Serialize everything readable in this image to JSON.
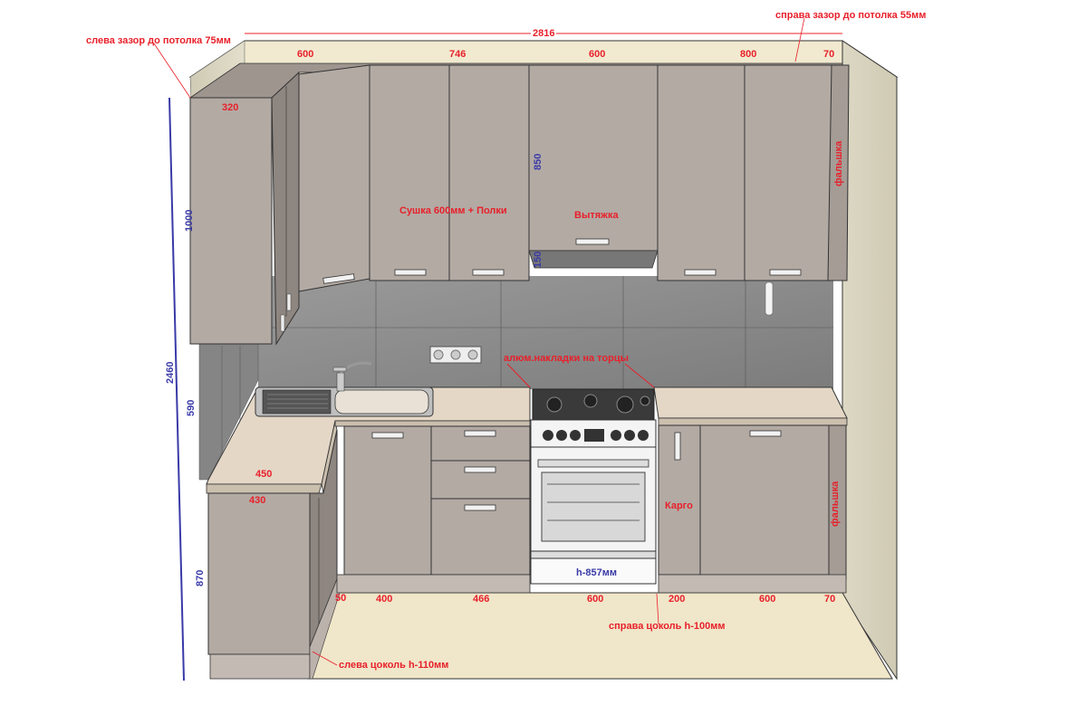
{
  "top_dimensions": {
    "total_width": "2816",
    "gap_left_note": "слева зазор до потолка 75мм",
    "gap_right_note": "справа зазор до потолка 55мм",
    "upper_widths": [
      "600",
      "746",
      "600",
      "800",
      "70"
    ],
    "corner_depth": "320"
  },
  "heights": {
    "total": "2460",
    "upper_cabinet": "1000",
    "backsplash": "590",
    "base": "870",
    "hood_cabinet": "850",
    "hood_gap": "150"
  },
  "labels": {
    "dryer": "Сушка 600мм + Полки",
    "hood": "Вытяжка",
    "filler_top": "фальшка",
    "filler_bottom": "фальшка",
    "alu_trims": "алюм.накладки на торцы",
    "cargo": "Карго",
    "stove_height": "h-857мм"
  },
  "countertop": {
    "depth_top": "450",
    "depth_bottom": "430"
  },
  "bottom_dimensions": {
    "widths": [
      "50",
      "400",
      "466",
      "600",
      "200",
      "600",
      "70"
    ],
    "plinth_left": "слева цоколь h-110мм",
    "plinth_right": "справа цоколь h-100мм"
  },
  "colors": {
    "cabinet": "#b3aaa4",
    "cabinet_dark": "#8e8680",
    "wall": "#d9d5c2",
    "floor": "#f0e6c9",
    "backsplash": "#8c8c8c",
    "countertop": "#e4d7c6",
    "dimension_red": "#e8202a",
    "dimension_blue": "#3a3aa8"
  }
}
